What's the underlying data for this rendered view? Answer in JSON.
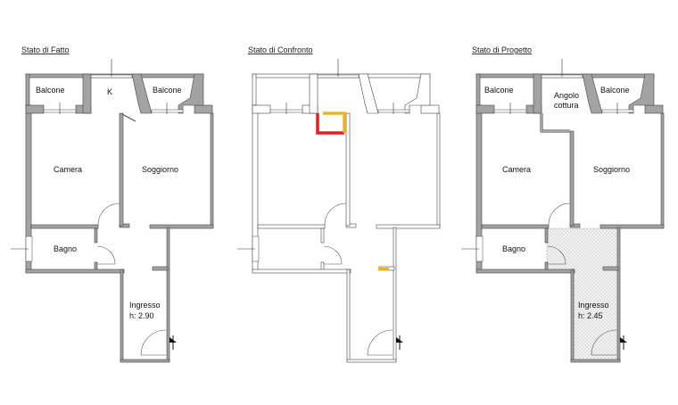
{
  "plans": [
    {
      "title": "Stato di Fatto",
      "rooms": {
        "balcone_left": "Balcone",
        "kitchen": "K",
        "balcone_right": "Balcone",
        "camera": "Camera",
        "soggiorno": "Soggiorno",
        "bagno": "Bagno",
        "ingresso": "Ingresso",
        "height": "h: 2.90"
      },
      "wall_color": "#a3a3a3"
    },
    {
      "title": "Stato di Confronto",
      "wall_color": "#ffffff",
      "demolition_color": "#e02020",
      "construction_color": "#f2b320"
    },
    {
      "title": "Stato di Progetto",
      "rooms": {
        "balcone_left": "Balcone",
        "kitchen_line1": "Angolo",
        "kitchen_line2": "cottura",
        "balcone_right": "Balcone",
        "camera": "Camera",
        "soggiorno": "Soggiorno",
        "bagno": "Bagno",
        "ingresso": "Ingresso",
        "height": "h: 2.45"
      },
      "wall_color": "#a3a3a3"
    }
  ]
}
